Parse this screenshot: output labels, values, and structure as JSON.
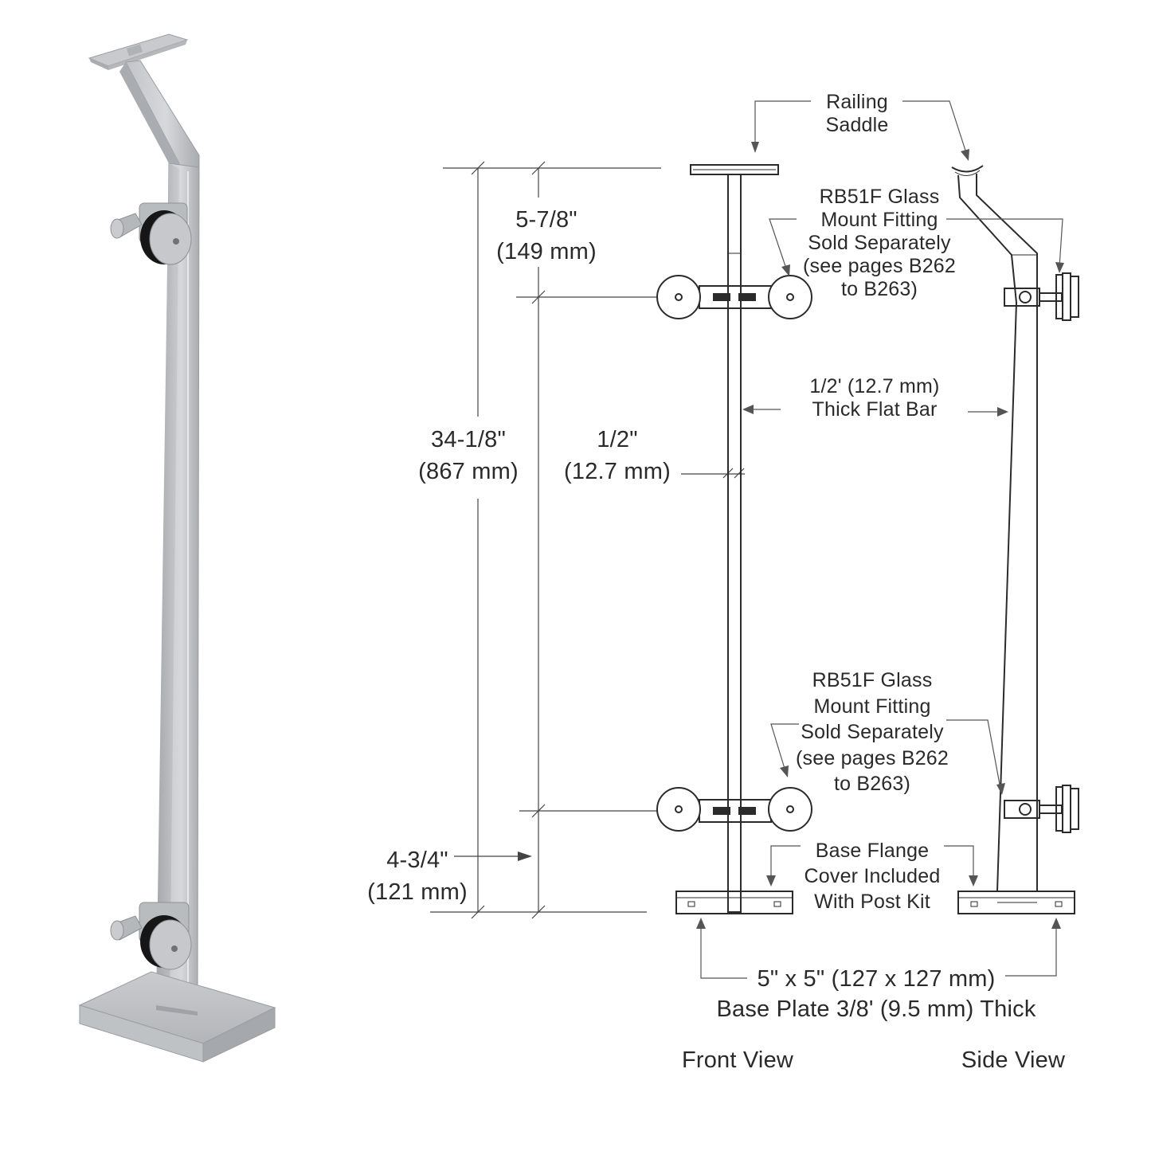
{
  "labels": {
    "railing_saddle": [
      "Railing",
      "Saddle"
    ],
    "glass_fitting_top": [
      "RB51F Glass",
      "Mount Fitting",
      "Sold Separately",
      "(see pages B262",
      "to B263)"
    ],
    "glass_fitting_bottom": [
      "RB51F Glass",
      "Mount Fitting",
      "Sold Separately",
      "(see pages B262",
      "to B263)"
    ],
    "flat_bar": [
      "1/2' (12.7 mm)",
      "Thick Flat Bar"
    ],
    "base_flange": [
      "Base Flange",
      "Cover Included",
      "With Post Kit"
    ],
    "base_plate": [
      "5\" x 5\" (127 x 127 mm)",
      "Base Plate 3/8' (9.5 mm) Thick"
    ]
  },
  "dimensions": {
    "top_offset": [
      "5-7/8\"",
      "(149 mm)"
    ],
    "overall_height": [
      "34-1/8\"",
      "(867 mm)"
    ],
    "bar_thickness": [
      "1/2\"",
      "(12.7 mm)"
    ],
    "bottom_offset": [
      "4-3/4\"",
      "(121 mm)"
    ]
  },
  "captions": {
    "front_view": "Front View",
    "side_view": "Side View"
  },
  "colors": {
    "line": "#2b2b2b",
    "leader": "#555555",
    "metal_light": "#d4d6d8",
    "metal_mid": "#b7babd",
    "metal_dark": "#8f9296",
    "gasket": "#1a1a1a"
  }
}
